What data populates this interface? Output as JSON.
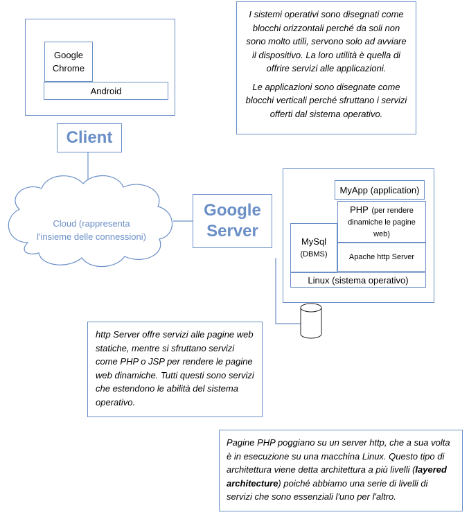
{
  "client_device": {
    "browser": "Google Chrome",
    "os": "Android"
  },
  "client_label": "Client",
  "cloud_label": "Cloud (rappresenta l'insieme delle connessioni)",
  "server_label_line1": "Google",
  "server_label_line2": "Server",
  "server_stack": {
    "app": "MyApp (application)",
    "php": "PHP (per rendere dinamiche le pagine web)",
    "php_main": "PHP",
    "php_sub": "(per rendere dinamiche le pagine web)",
    "mysql_main": "MySql",
    "mysql_sub": "(DBMS)",
    "apache": "Apache http Server",
    "linux": "Linux (sistema operativo)"
  },
  "notes": {
    "os_note_p1": "I sistemi operativi sono disegnati come blocchi orizzontali perché da soli non sono molto utili, servono solo ad avviare il dispositivo. La loro utilità è quella di offrire servizi alle applicazioni.",
    "os_note_p2": "Le applicazioni sono disegnate come blocchi verticali perché sfruttano i servizi offerti dal sistema operativo.",
    "http_note": "http Server offre servizi alle pagine web statiche, mentre si sfruttano servizi come PHP o JSP per rendere le pagine web dinamiche. Tutti questi sono servizi che estendono le abilità del sistema operativo.",
    "php_note_a": "Pagine PHP poggiano su un server http, che a sua volta è in esecuzione su una macchina Linux. Questo tipo di architettura viene detta architettura a più livelli (",
    "php_note_bold": "layered architecture",
    "php_note_b": ") poiché abbiamo una serie di livelli di servizi che sono essenziali l'uno per l'altro."
  },
  "colors": {
    "accent": "#6a8fc7",
    "text": "#000000"
  }
}
